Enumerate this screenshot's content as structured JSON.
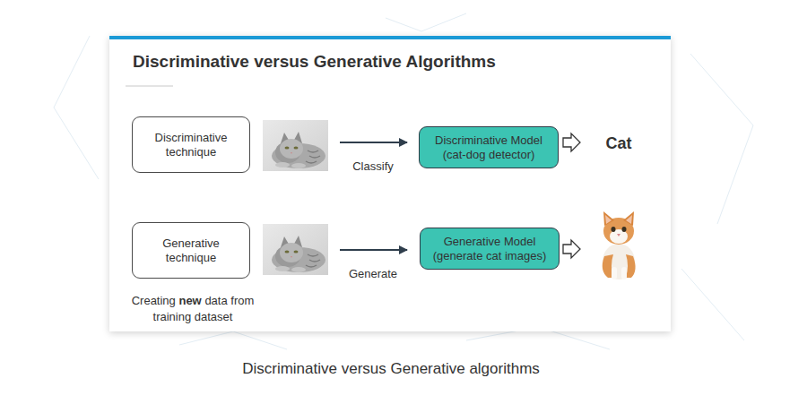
{
  "diagram": {
    "title": "Discriminative versus Generative Algorithms",
    "caption": "Discriminative versus Generative algorithms",
    "nodes": [
      {
        "text": [
          "Discriminative technique"
        ]
      },
      {
        "text": [
          "Discriminative Model (cat-dog detector)"
        ]
      },
      {
        "text": [
          "Generative technique"
        ]
      },
      {
        "text": [
          "Generative Model (generate cat images)"
        ]
      }
    ],
    "labels": [
      "Classify",
      "Cat",
      "Generate",
      "Creating new data from training dataset"
    ]
  }
}
